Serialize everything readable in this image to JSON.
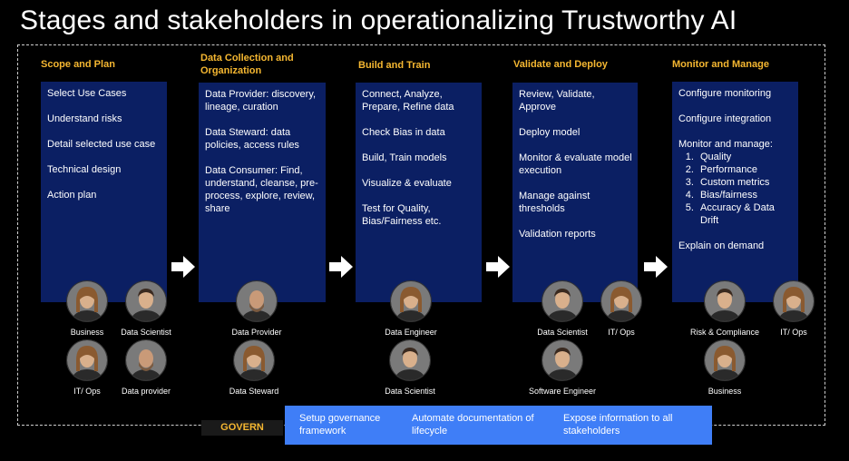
{
  "title": "Stages and stakeholders in operationalizing Trustworthy AI",
  "stages": [
    {
      "title_line1": "Scope and Plan",
      "title_line2": "",
      "items": [
        "Select Use Cases",
        "Understand risks",
        "Detail selected use case",
        "Technical design",
        "Action plan"
      ],
      "people": [
        {
          "label": "Business",
          "icon": "woman-avatar"
        },
        {
          "label": "Data Scientist",
          "icon": "man-avatar"
        },
        {
          "label": "IT/ Ops",
          "icon": "woman-avatar"
        },
        {
          "label": "Data provider",
          "icon": "bearded-man-avatar"
        }
      ]
    },
    {
      "title_line1": "Data Collection and",
      "title_line2": "Organization",
      "items": [
        "Data Provider: discovery, lineage, curation",
        "Data Steward: data policies, access rules",
        "Data Consumer: Find, understand, cleanse, pre-process, explore, review, share"
      ],
      "people": [
        {
          "label": "Data Provider",
          "icon": "bearded-man-avatar"
        },
        {
          "label": "Data Steward",
          "icon": "woman-avatar"
        }
      ]
    },
    {
      "title_line1": "Build and Train",
      "title_line2": "",
      "items": [
        "Connect, Analyze, Prepare, Refine data",
        "Check Bias in data",
        "Build, Train models",
        "Visualize & evaluate",
        "Test for Quality, Bias/Fairness etc."
      ],
      "people": [
        {
          "label": "Data Engineer",
          "icon": "woman-avatar"
        },
        {
          "label": "Data Scientist",
          "icon": "man-avatar"
        }
      ]
    },
    {
      "title_line1": "Validate and Deploy",
      "title_line2": "",
      "items": [
        "Review, Validate, Approve",
        "Deploy model",
        "Monitor & evaluate model execution",
        "Manage against thresholds",
        "Validation reports"
      ],
      "people": [
        {
          "label": "Data Scientist",
          "icon": "man-avatar"
        },
        {
          "label": "IT/ Ops",
          "icon": "woman-avatar"
        },
        {
          "label": "Software Engineer",
          "icon": "man-avatar"
        }
      ]
    },
    {
      "title_line1": "Monitor and Manage",
      "title_line2": "",
      "items": [
        "Configure monitoring",
        "Configure integration",
        "Monitor and manage:"
      ],
      "list": [
        "Quality",
        "Performance",
        "Custom metrics",
        "Bias/fairness",
        "Accuracy & Data Drift"
      ],
      "items_after": [
        "Explain on demand"
      ],
      "people": [
        {
          "label": "Risk & Compliance",
          "icon": "man-avatar"
        },
        {
          "label": "IT/ Ops",
          "icon": "woman-avatar"
        },
        {
          "label": "Business",
          "icon": "woman-avatar"
        }
      ]
    }
  ],
  "govern": {
    "label": "GOVERN",
    "items": [
      "Setup governance framework",
      "Automate documentation of lifecycle",
      "Expose information to all stakeholders"
    ]
  },
  "colors": {
    "background": "#000000",
    "panel": "#0b1f63",
    "stage_title": "#f5b731",
    "govern_bar": "#3f7ef7"
  }
}
